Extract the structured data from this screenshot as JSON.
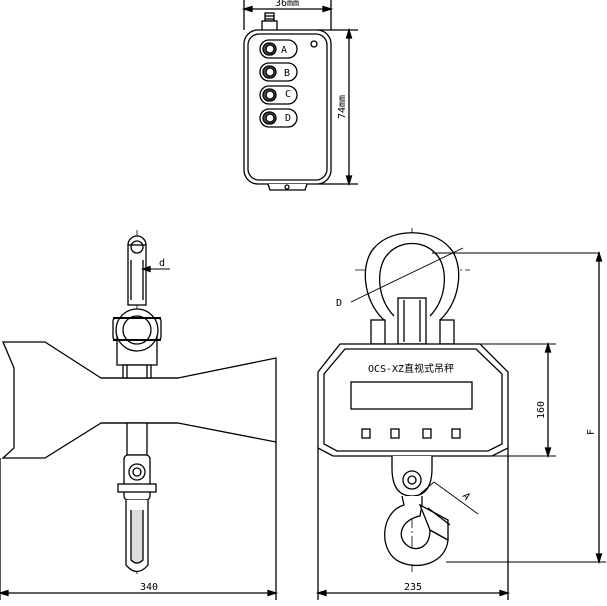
{
  "remote": {
    "width_label": "36mm",
    "height_label": "74mm",
    "buttons": [
      "A",
      "B",
      "C",
      "D"
    ]
  },
  "side_view": {
    "hook_label": "d",
    "width_label": "340"
  },
  "front_view": {
    "shackle_label": "D",
    "model_label": "OCS-XZ直视式吊秤",
    "display_height_label": "160",
    "overall_height_label": "F",
    "hook_label": "A",
    "width_label": "235",
    "display_keys": 4
  }
}
